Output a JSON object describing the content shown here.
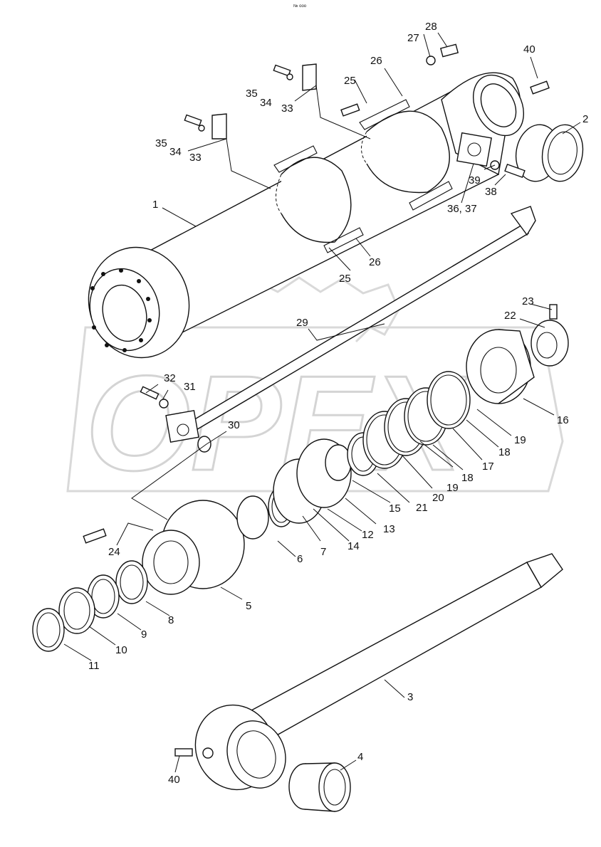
{
  "header": {
    "tiny_code": "№ ooo"
  },
  "watermark": {
    "text": "OPEX"
  },
  "diagram": {
    "labels": {
      "p1": "1",
      "p2": "2",
      "p3": "3",
      "p4": "4",
      "p5": "5",
      "p6": "6",
      "p7": "7",
      "p8": "8",
      "p9": "9",
      "p10": "10",
      "p11": "11",
      "p12": "12",
      "p13": "13",
      "p14": "14",
      "p15": "15",
      "p16": "16",
      "p17": "17",
      "p18a": "18",
      "p18b": "18",
      "p19a": "19",
      "p19b": "19",
      "p20": "20",
      "p21": "21",
      "p22": "22",
      "p23": "23",
      "p24": "24",
      "p25a": "25",
      "p25b": "25",
      "p26a": "26",
      "p26b": "26",
      "p27": "27",
      "p28": "28",
      "p29": "29",
      "p30": "30",
      "p31": "31",
      "p32": "32",
      "p33a": "33",
      "p33b": "33",
      "p34a": "34",
      "p34b": "34",
      "p35a": "35",
      "p35b": "35",
      "p36_37": "36, 37",
      "p38": "38",
      "p39": "39",
      "p40a": "40",
      "p40b": "40"
    }
  }
}
